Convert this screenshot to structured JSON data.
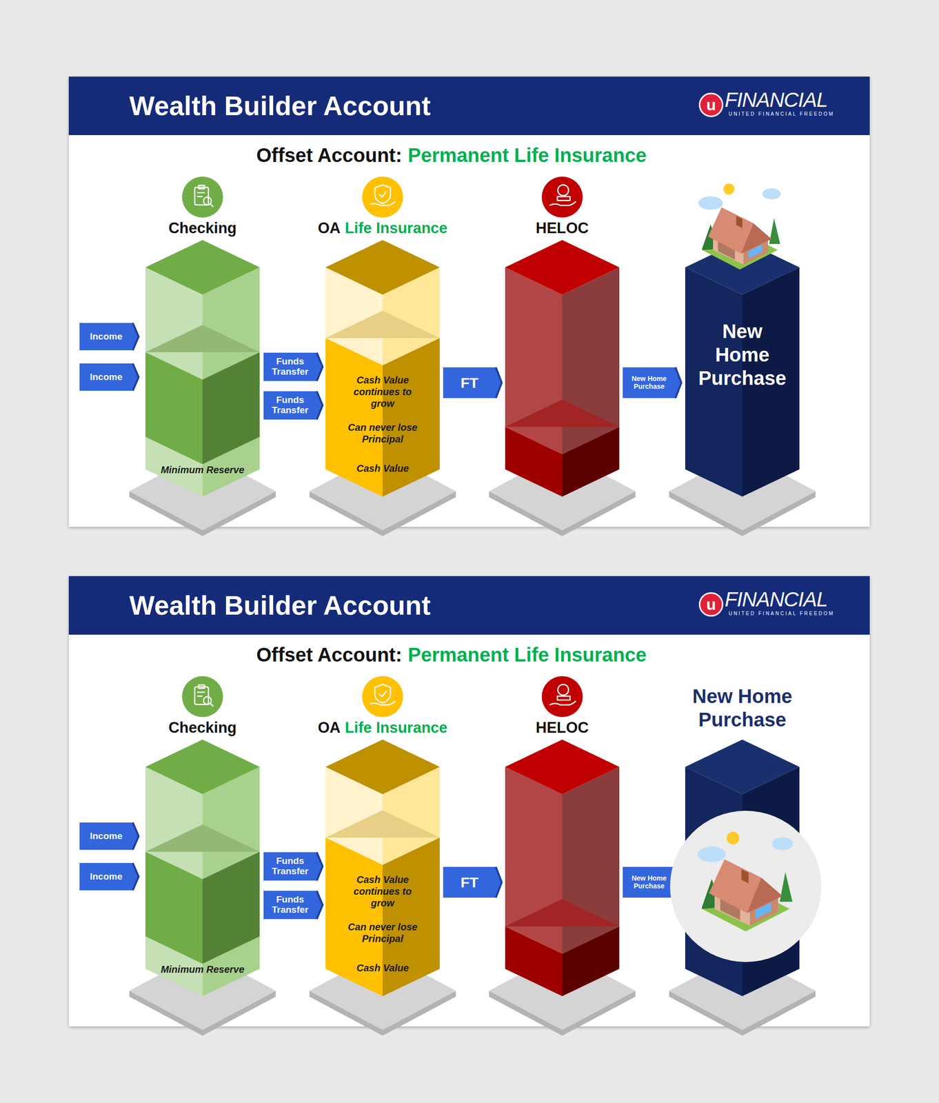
{
  "diagram": {
    "nodes": [
      {
        "text": [
          "Wealth Builder Account"
        ]
      },
      {
        "text": [
          "Income"
        ]
      },
      {
        "text": [
          "Income"
        ]
      },
      {
        "text": [
          "Checking",
          "Minimum Reserve"
        ]
      },
      {
        "text": [
          "Funds Transfer"
        ]
      },
      {
        "text": [
          "Funds Transfer"
        ]
      },
      {
        "text": [
          "OA",
          "Life Insurance",
          "Cash Value continues to grow",
          "Can never lose Principal",
          "Cash Value"
        ]
      },
      {
        "text": [
          "FT"
        ]
      },
      {
        "text": [
          "HELOC"
        ]
      },
      {
        "text": [
          "New Home Purchase"
        ]
      },
      {
        "text": [
          "New Home Purchase"
        ]
      },
      {
        "text": [
          "Wealth Builder Account"
        ]
      },
      {
        "text": [
          "Income"
        ]
      },
      {
        "text": [
          "Income"
        ]
      },
      {
        "text": [
          "Checking",
          "Minimum Reserve"
        ]
      },
      {
        "text": [
          "Funds Transfer"
        ]
      },
      {
        "text": [
          "Funds Transfer"
        ]
      },
      {
        "text": [
          "OA",
          "Life Insurance",
          "Cash Value continues to grow",
          "Can never lose Principal",
          "Cash Value"
        ]
      },
      {
        "text": [
          "FT"
        ]
      },
      {
        "text": [
          "HELOC"
        ]
      },
      {
        "text": [
          "New Home Purchase"
        ]
      },
      {
        "text": [
          "New Home Purchase"
        ]
      }
    ],
    "labels": [
      "u",
      "FINANCIAL",
      "UNITED FINANCIAL FREEDOM",
      "Offset Account:",
      "Permanent Life Insurance",
      "u",
      "FINANCIAL",
      "UNITED FINANCIAL FREEDOM",
      "Offset Account:",
      "Permanent Life Insurance"
    ]
  }
}
